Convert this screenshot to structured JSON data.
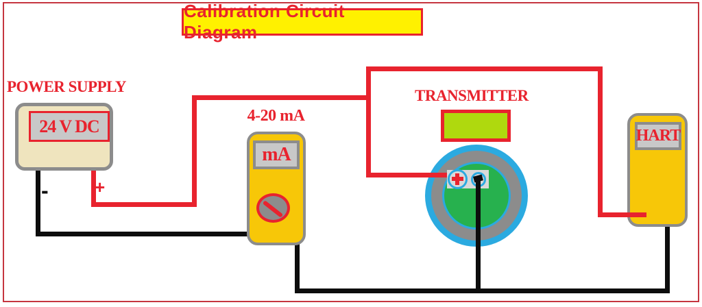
{
  "title": {
    "text": "Calibration Circuit Diagram"
  },
  "power_supply": {
    "label": "POWER SUPPLY",
    "display": "24 V DC",
    "minus_label": "-",
    "plus_label": "+"
  },
  "multimeter": {
    "label": "4-20 mA",
    "display": "mA"
  },
  "transmitter": {
    "label": "TRANSMITTER"
  },
  "hart": {
    "label": "HART"
  },
  "colors": {
    "wire_red": "#e8232e",
    "wire_black": "#0d0d0d",
    "frame_red": "#c5353f",
    "title_yellow": "#fff100",
    "device_amber": "#f7c708",
    "power_supply_tan": "#efe4be",
    "border_gray": "#8c8c8c",
    "display_gray": "#c8c8c8",
    "transmitter_display_green": "#afd90e",
    "transmitter_blue": "#2baae0",
    "transmitter_green": "#27b14e",
    "terminal_gray": "#d9d9d9"
  }
}
